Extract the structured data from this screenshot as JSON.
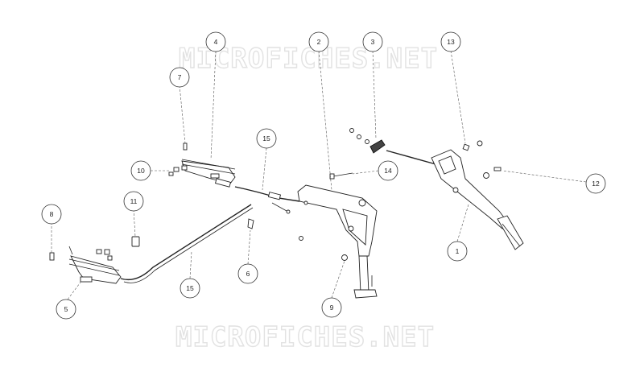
{
  "watermark": "MICROFICHES.NET",
  "callouts": [
    {
      "id": "c1",
      "label": "1"
    },
    {
      "id": "c2",
      "label": "2"
    },
    {
      "id": "c3",
      "label": "3"
    },
    {
      "id": "c4",
      "label": "4"
    },
    {
      "id": "c5",
      "label": "5"
    },
    {
      "id": "c6",
      "label": "6"
    },
    {
      "id": "c7",
      "label": "7"
    },
    {
      "id": "c8",
      "label": "8"
    },
    {
      "id": "c9",
      "label": "9"
    },
    {
      "id": "c10",
      "label": "10"
    },
    {
      "id": "c11",
      "label": "11"
    },
    {
      "id": "c12",
      "label": "12"
    },
    {
      "id": "c13",
      "label": "13"
    },
    {
      "id": "c14",
      "label": "14"
    },
    {
      "id": "c15a",
      "label": "15"
    },
    {
      "id": "c15b",
      "label": "15"
    }
  ]
}
